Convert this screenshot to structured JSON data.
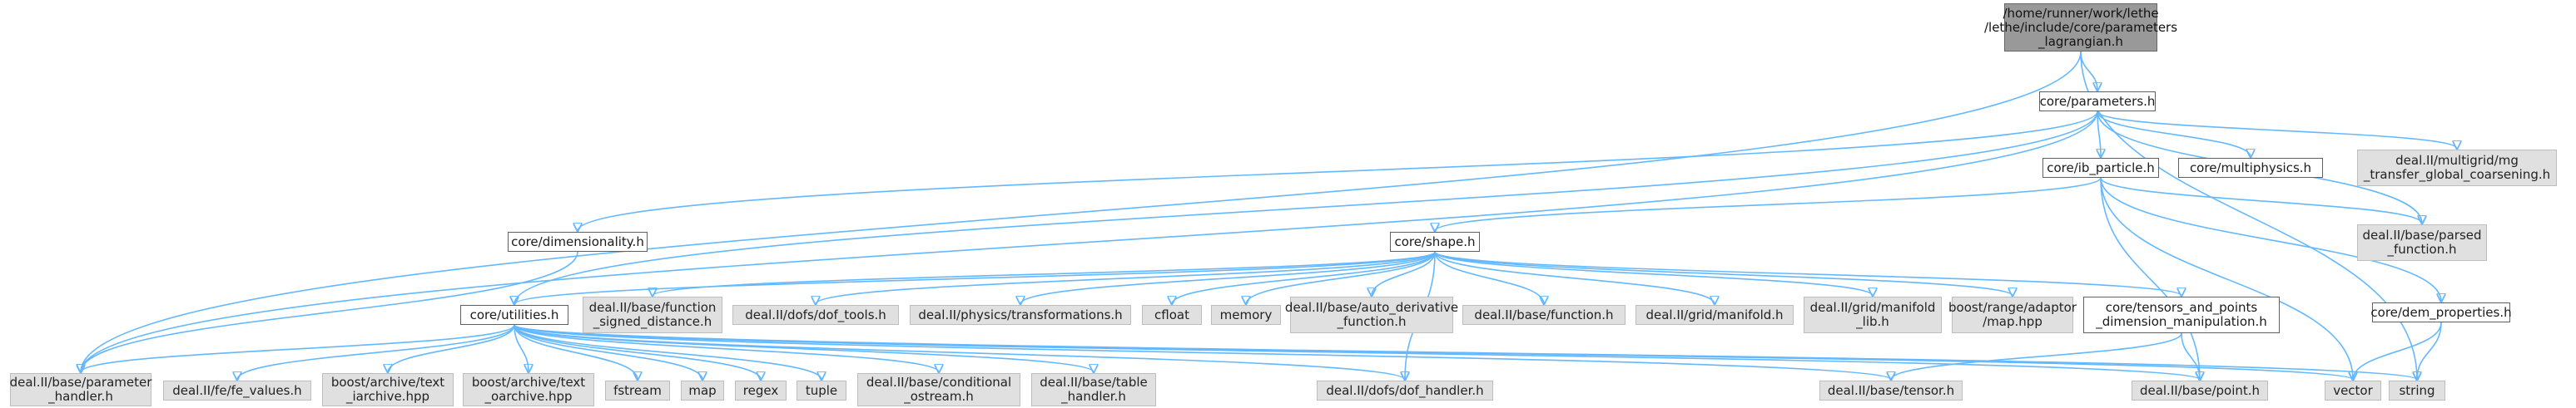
{
  "graph": {
    "title": "Include dependency graph",
    "edge_color": "#63b8ff",
    "node_fill_documented": "#ffffff",
    "node_fill_external": "#e0e0e0",
    "node_fill_root": "#999999",
    "nodes": {
      "lagrangian": {
        "lines": [
          "/home/runner/work/lethe",
          "/lethe/include/core/parameters",
          "_lagrangian.h"
        ],
        "kind": "root"
      },
      "parameters": {
        "lines": [
          "core/parameters.h"
        ],
        "kind": "documented"
      },
      "ib_particle": {
        "lines": [
          "core/ib_particle.h"
        ],
        "kind": "documented"
      },
      "multiphysics": {
        "lines": [
          "core/multiphysics.h"
        ],
        "kind": "documented"
      },
      "mg_transfer": {
        "lines": [
          "deal.II/multigrid/mg",
          "_transfer_global_coarsening.h"
        ],
        "kind": "external"
      },
      "parsed_function": {
        "lines": [
          "deal.II/base/parsed",
          "_function.h"
        ],
        "kind": "external"
      },
      "dimensionality": {
        "lines": [
          "core/dimensionality.h"
        ],
        "kind": "documented"
      },
      "shape": {
        "lines": [
          "core/shape.h"
        ],
        "kind": "documented"
      },
      "dem_properties": {
        "lines": [
          "core/dem_properties.h"
        ],
        "kind": "documented"
      },
      "utilities": {
        "lines": [
          "core/utilities.h"
        ],
        "kind": "documented"
      },
      "signed_distance": {
        "lines": [
          "deal.II/base/function",
          "_signed_distance.h"
        ],
        "kind": "external"
      },
      "dof_tools": {
        "lines": [
          "deal.II/dofs/dof_tools.h"
        ],
        "kind": "external"
      },
      "transformations": {
        "lines": [
          "deal.II/physics/transformations.h"
        ],
        "kind": "external"
      },
      "cfloat": {
        "lines": [
          "cfloat"
        ],
        "kind": "external"
      },
      "memory": {
        "lines": [
          "memory"
        ],
        "kind": "external"
      },
      "auto_derivative": {
        "lines": [
          "deal.II/base/auto_derivative",
          "_function.h"
        ],
        "kind": "external"
      },
      "function": {
        "lines": [
          "deal.II/base/function.h"
        ],
        "kind": "external"
      },
      "manifold": {
        "lines": [
          "deal.II/grid/manifold.h"
        ],
        "kind": "external"
      },
      "manifold_lib": {
        "lines": [
          "deal.II/grid/manifold",
          "_lib.h"
        ],
        "kind": "external"
      },
      "map_hpp": {
        "lines": [
          "boost/range/adaptor",
          "/map.hpp"
        ],
        "kind": "external"
      },
      "tensors_points": {
        "lines": [
          "core/tensors_and_points",
          "_dimension_manipulation.h"
        ],
        "kind": "documented"
      },
      "parameter_handler": {
        "lines": [
          "deal.II/base/parameter",
          "_handler.h"
        ],
        "kind": "external"
      },
      "fe_values": {
        "lines": [
          "deal.II/fe/fe_values.h"
        ],
        "kind": "external"
      },
      "text_iarchive": {
        "lines": [
          "boost/archive/text",
          "_iarchive.hpp"
        ],
        "kind": "external"
      },
      "text_oarchive": {
        "lines": [
          "boost/archive/text",
          "_oarchive.hpp"
        ],
        "kind": "external"
      },
      "fstream": {
        "lines": [
          "fstream"
        ],
        "kind": "external"
      },
      "map": {
        "lines": [
          "map"
        ],
        "kind": "external"
      },
      "regex": {
        "lines": [
          "regex"
        ],
        "kind": "external"
      },
      "tuple": {
        "lines": [
          "tuple"
        ],
        "kind": "external"
      },
      "conditional_ostream": {
        "lines": [
          "deal.II/base/conditional",
          "_ostream.h"
        ],
        "kind": "external"
      },
      "table_handler": {
        "lines": [
          "deal.II/base/table",
          "_handler.h"
        ],
        "kind": "external"
      },
      "dof_handler": {
        "lines": [
          "deal.II/dofs/dof_handler.h"
        ],
        "kind": "external"
      },
      "tensor": {
        "lines": [
          "deal.II/base/tensor.h"
        ],
        "kind": "external"
      },
      "point": {
        "lines": [
          "deal.II/base/point.h"
        ],
        "kind": "external"
      },
      "vector": {
        "lines": [
          "vector"
        ],
        "kind": "external"
      },
      "string": {
        "lines": [
          "string"
        ],
        "kind": "external"
      }
    },
    "edges": [
      [
        "lagrangian",
        "parameters"
      ],
      [
        "lagrangian",
        "parameter_handler"
      ],
      [
        "lagrangian",
        "string"
      ],
      [
        "parameters",
        "ib_particle"
      ],
      [
        "parameters",
        "multiphysics"
      ],
      [
        "parameters",
        "mg_transfer"
      ],
      [
        "parameters",
        "parsed_function"
      ],
      [
        "parameters",
        "dimensionality"
      ],
      [
        "parameters",
        "utilities"
      ],
      [
        "parameters",
        "parameter_handler"
      ],
      [
        "ib_particle",
        "shape"
      ],
      [
        "ib_particle",
        "parsed_function"
      ],
      [
        "ib_particle",
        "dem_properties"
      ],
      [
        "ib_particle",
        "vector"
      ],
      [
        "ib_particle",
        "point"
      ],
      [
        "dimensionality",
        "parameter_handler"
      ],
      [
        "dem_properties",
        "vector"
      ],
      [
        "dem_properties",
        "string"
      ],
      [
        "shape",
        "utilities"
      ],
      [
        "shape",
        "signed_distance"
      ],
      [
        "shape",
        "dof_tools"
      ],
      [
        "shape",
        "transformations"
      ],
      [
        "shape",
        "cfloat"
      ],
      [
        "shape",
        "memory"
      ],
      [
        "shape",
        "auto_derivative"
      ],
      [
        "shape",
        "function"
      ],
      [
        "shape",
        "manifold"
      ],
      [
        "shape",
        "manifold_lib"
      ],
      [
        "shape",
        "map_hpp"
      ],
      [
        "shape",
        "tensors_points"
      ],
      [
        "shape",
        "dof_handler"
      ],
      [
        "tensors_points",
        "tensor"
      ],
      [
        "tensors_points",
        "point"
      ],
      [
        "utilities",
        "parameter_handler"
      ],
      [
        "utilities",
        "fe_values"
      ],
      [
        "utilities",
        "text_iarchive"
      ],
      [
        "utilities",
        "text_oarchive"
      ],
      [
        "utilities",
        "fstream"
      ],
      [
        "utilities",
        "map"
      ],
      [
        "utilities",
        "regex"
      ],
      [
        "utilities",
        "tuple"
      ],
      [
        "utilities",
        "conditional_ostream"
      ],
      [
        "utilities",
        "table_handler"
      ],
      [
        "utilities",
        "dof_handler"
      ],
      [
        "utilities",
        "tensor"
      ],
      [
        "utilities",
        "point"
      ],
      [
        "utilities",
        "vector"
      ],
      [
        "utilities",
        "string"
      ]
    ]
  }
}
